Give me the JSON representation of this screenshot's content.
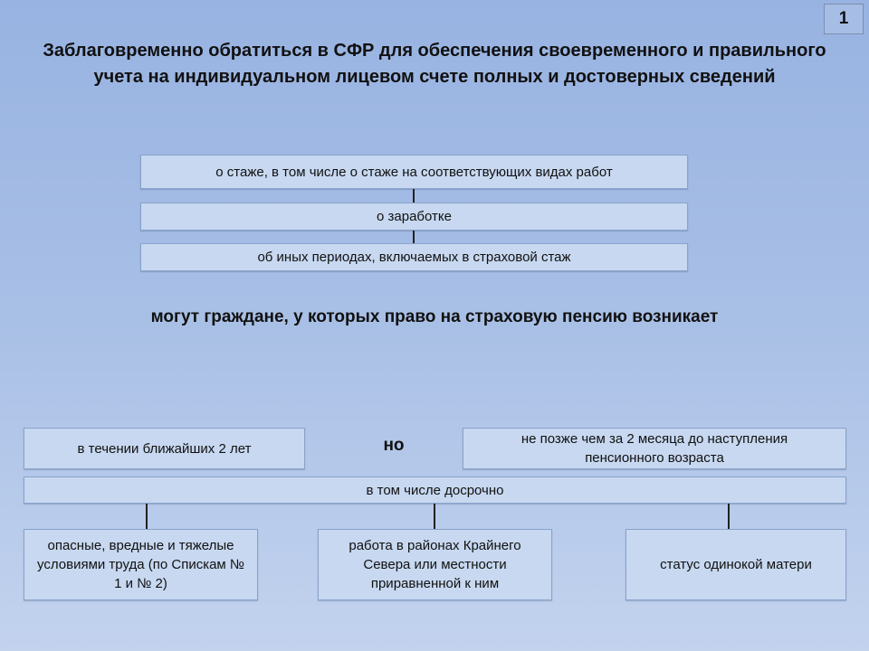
{
  "slide_number": "1",
  "title": "Заблаговременно обратиться в СФР для обеспечения своевременного и правильного учета на индивидуальном лицевом счете полных и достоверных сведений",
  "info_items": [
    "о стаже, в том числе о стаже на соответствующих видах работ",
    "о заработке",
    "об иных периодах, включаемых в страховой стаж"
  ],
  "subtitle": "могут граждане, у которых право на страховую пенсию возникает",
  "timing": {
    "left": "в течении ближайших 2 лет",
    "connector": "но",
    "right": "не позже чем за 2 месяца до наступления пенсионного возраста"
  },
  "early": {
    "label": "в том числе досрочно",
    "items": [
      "опасные, вредные и тяжелые условиями труда (по Спискам № 1 и № 2)",
      "работа в районах Крайнего Севера или местности приравненной к ним",
      "статус одинокой матери"
    ]
  }
}
